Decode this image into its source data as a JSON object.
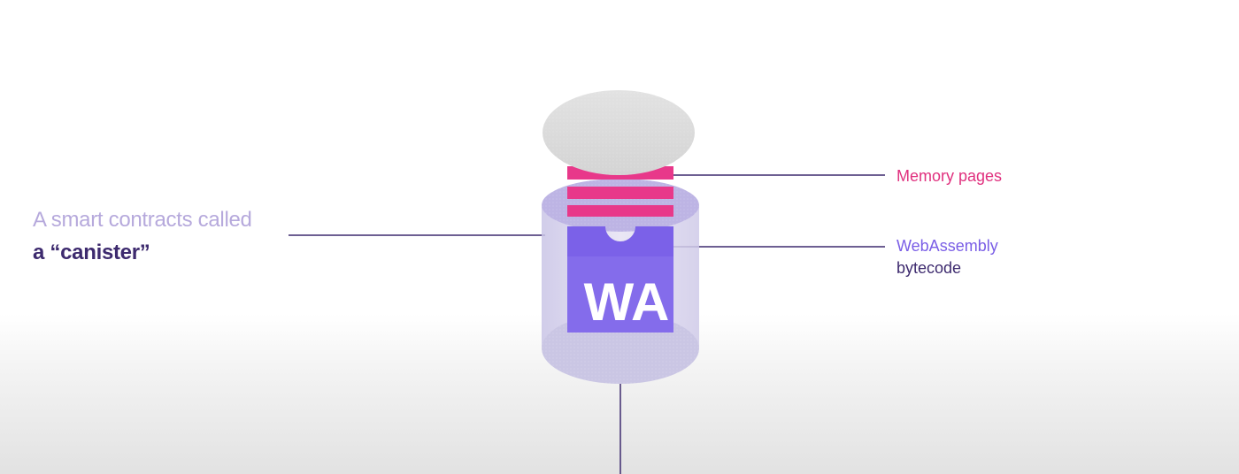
{
  "labels": {
    "canister_line1": "A smart contracts called",
    "canister_line2": "a “canister”",
    "memory_pages": "Memory pages",
    "wasm_line1": "WebAssembly",
    "wasm_line2": "bytecode",
    "wasm_logo_text": "WA"
  },
  "colors": {
    "canister_line1": "#b6a9dc",
    "canister_line2": "#3d2a6e",
    "memory_pages": "#e0307e",
    "memory_bar": "#e8388a",
    "wasm_line1": "#7a5ee6",
    "wasm_line2": "#3d2a6e",
    "wasm_block": "#7b61e8",
    "connector": "#3d2a6e",
    "canister_body": "#c9c2e8",
    "lid": "#dcdcdc"
  }
}
